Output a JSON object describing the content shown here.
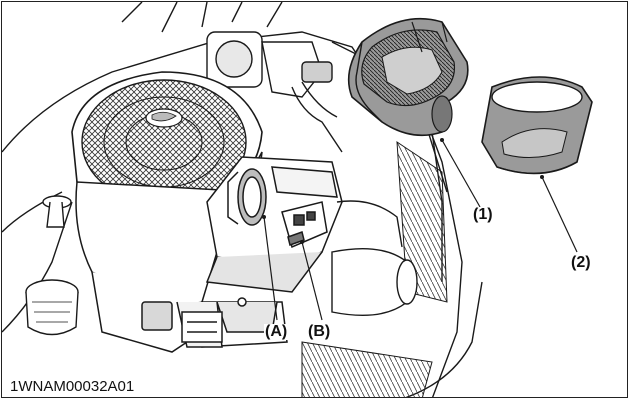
{
  "figure": {
    "id_label": "1WNAM00032A01",
    "callouts": {
      "part_1": "(1)",
      "part_2": "(2)",
      "point_a": "(A)",
      "point_b": "(B)"
    }
  },
  "colors": {
    "line": "#1a1a1a",
    "fill_light": "#ffffff",
    "fill_gray": "#9a9a9a",
    "fill_mid": "#bdbdbd",
    "fill_dark": "#444444"
  }
}
